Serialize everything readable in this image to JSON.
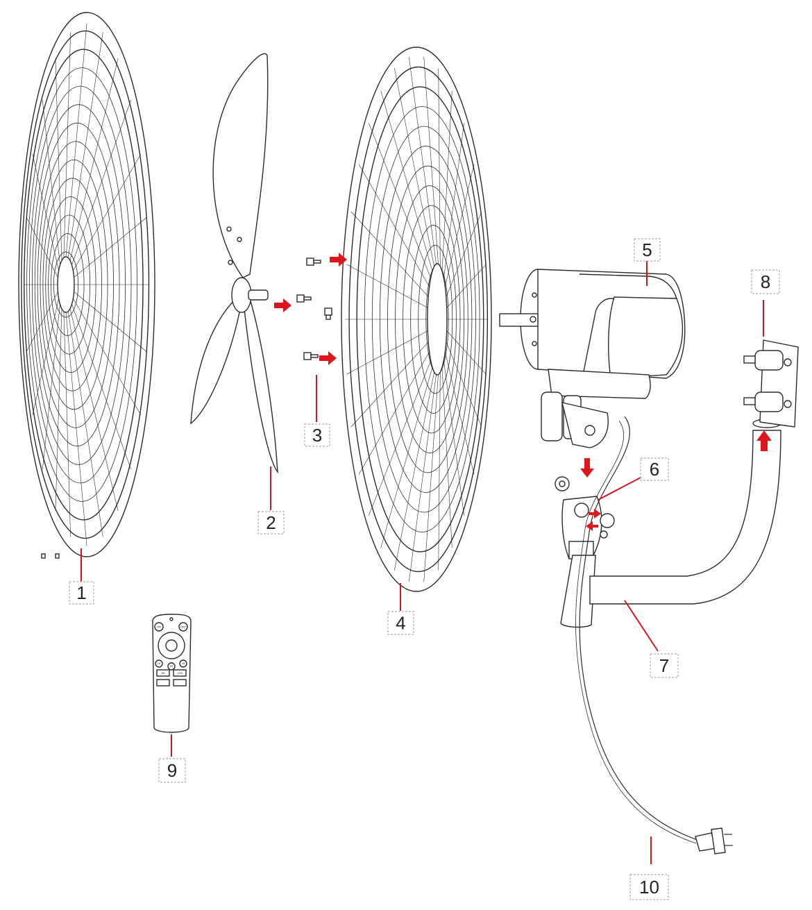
{
  "labels": {
    "front_grill": "1",
    "blade": "2",
    "screws": "3",
    "rear_grill": "4",
    "motor": "5",
    "bracket_joint": "6",
    "arm": "7",
    "wall_mount": "8",
    "remote": "9",
    "power_cord": "10"
  },
  "remote_buttons": {
    "on": "ON",
    "off": "OFF",
    "timer_1h": "1H",
    "timer_2h": "2H",
    "timer_4h": "4H",
    "timer_8h": "8H",
    "timer_12h": "12H"
  },
  "colors": {
    "arrow": "#e0161d",
    "leader": "#d0171e",
    "outline": "#2b2b2b"
  }
}
